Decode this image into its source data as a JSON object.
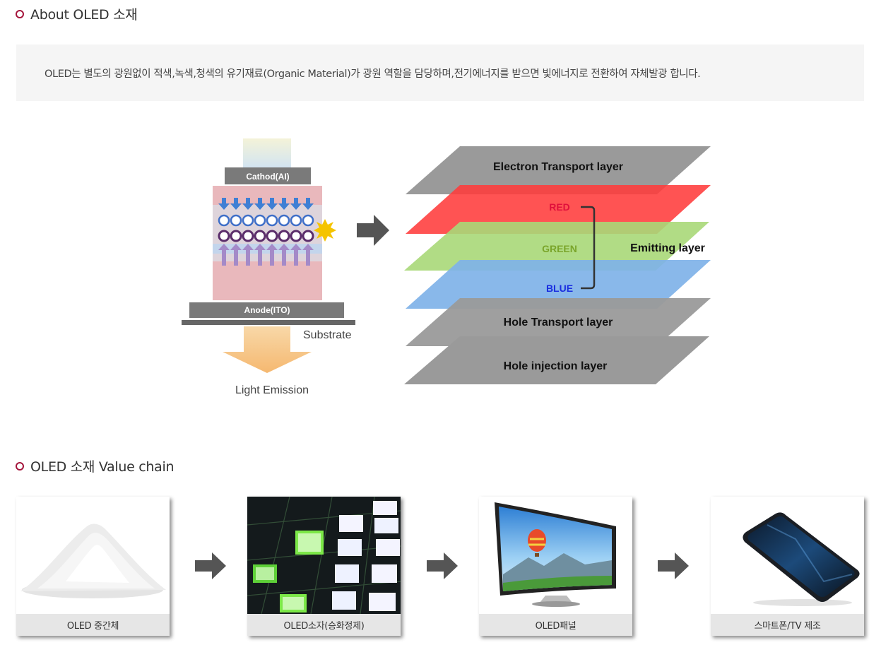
{
  "sections": {
    "about_title": "About OLED 소재",
    "chain_title": "OLED 소재 Value chain"
  },
  "description": "OLED는 별도의 광원없이 적색,녹색,청색의 유기재료(Organic Material)가 광원 역할을 담당하며,전기에너지를 받으면 빛에너지로 전환하여 자체발광 합니다.",
  "diagram": {
    "cathode": "Cathod(AI)",
    "anode": "Anode(ITO)",
    "substrate": "Substrate",
    "light": "Light Emission",
    "layers": {
      "etl": "Electron Transport  layer",
      "red": "RED",
      "green": "GREEN",
      "blue": "BLUE",
      "emitting": "Emitting layer",
      "htl": "Hole Transport layer",
      "hil": "Hole injection layer"
    },
    "colors": {
      "red": "#ff3b3b",
      "green": "#a8d878",
      "blue": "#7fb2e8",
      "gray": "#9a9a9a",
      "red_text": "#e0103c",
      "green_text": "#7aa52a",
      "blue_text": "#1a2ee0"
    }
  },
  "chain": [
    {
      "label": "OLED 중간체"
    },
    {
      "label": "OLED소자(승화정제)"
    },
    {
      "label": "OLED패널"
    },
    {
      "label": "스마트폰/TV 제조"
    }
  ]
}
